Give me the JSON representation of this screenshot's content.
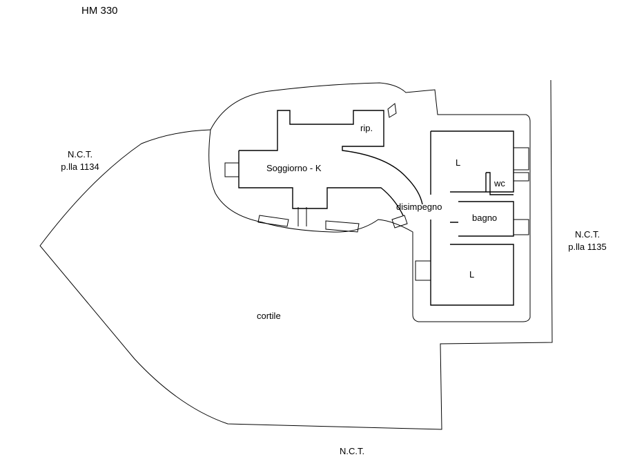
{
  "plan": {
    "title": "HM 330",
    "neighbors": {
      "west_line1": "N.C.T.",
      "west_line2": "p.lla 1134",
      "east_line1": "N.C.T.",
      "east_line2": "p.lla 1135",
      "south": "N.C.T."
    },
    "rooms": {
      "soggiorno": "Soggiorno - K",
      "ripostiglio": "rip.",
      "letto_1": "L",
      "wc": "wc",
      "disimpegno": "disimpegno",
      "bagno": "bagno",
      "letto_2": "L",
      "cortile": "cortile"
    }
  }
}
